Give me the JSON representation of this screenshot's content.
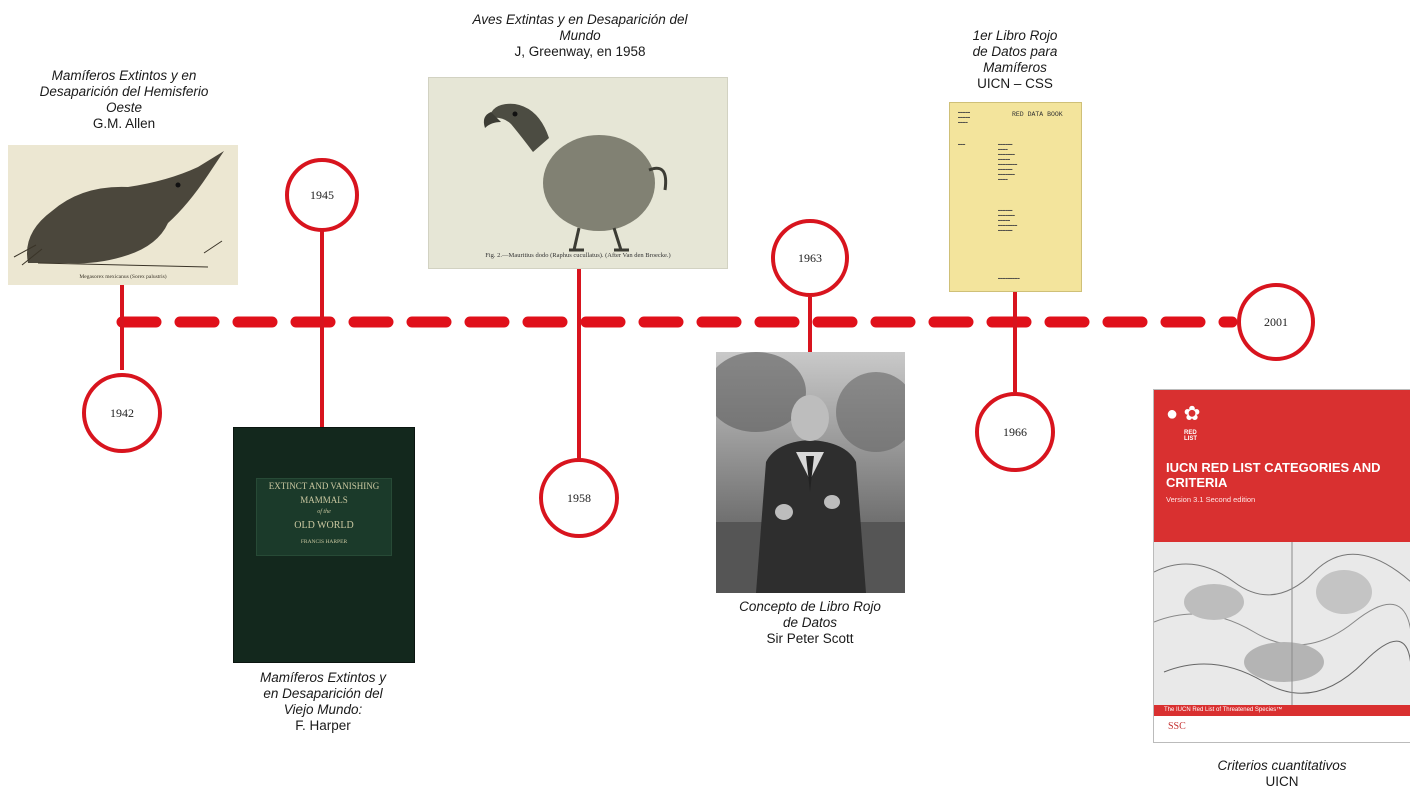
{
  "timeline": {
    "end_year": "2001",
    "events": [
      {
        "year": "1942",
        "title_lines": [
          "Mamíferos Extintos y en",
          "Desaparición del Hemisferio",
          "Oeste"
        ],
        "author": "G.M. Allen"
      },
      {
        "year": "1945",
        "title_lines": [
          "Mamíferos Extintos y",
          "en Desaparición del",
          "Viejo Mundo:"
        ],
        "author": "F. Harper",
        "book_cover": [
          "EXTINCT AND VANISHING",
          "MAMMALS",
          "of the",
          "OLD WORLD",
          "FRANCIS HARPER"
        ]
      },
      {
        "year": "1958",
        "title_lines": [
          "Aves Extintas y en Desaparición del",
          "Mundo"
        ],
        "author": "J, Greenway, en 1958",
        "figure_caption": "Fig. 2.—Mauritius dodo (Raphus cucullatus). (After Van den Broecke.)"
      },
      {
        "year": "1963",
        "title_lines": [
          "Concepto de Libro Rojo",
          "de Datos"
        ],
        "author": "Sir Peter Scott"
      },
      {
        "year": "1966",
        "title_lines": [
          "1er Libro Rojo",
          "de Datos para",
          "Mamíferos"
        ],
        "author": "UICN – CSS",
        "book_cover_title": "RED DATA BOOK"
      },
      {
        "year": "2001",
        "title_lines": [
          "Criterios cuantitativos"
        ],
        "author": "UICN",
        "cover": {
          "logo": "RED LIST",
          "title": "IUCN RED LIST CATEGORIES AND CRITERIA",
          "subtitle": "Version 3.1 Second edition",
          "footer": "The IUCN Red List of Threatened Species™",
          "ssc": "SSC"
        }
      }
    ]
  },
  "colors": {
    "timeline_red": "#e0101a",
    "circle_red": "#d8141e"
  },
  "icons": {
    "shrew": "shrew-illustration",
    "dodo": "dodo-illustration",
    "portrait": "peter-scott-photo",
    "iucn_logo": "iucn-redlist-logo"
  }
}
